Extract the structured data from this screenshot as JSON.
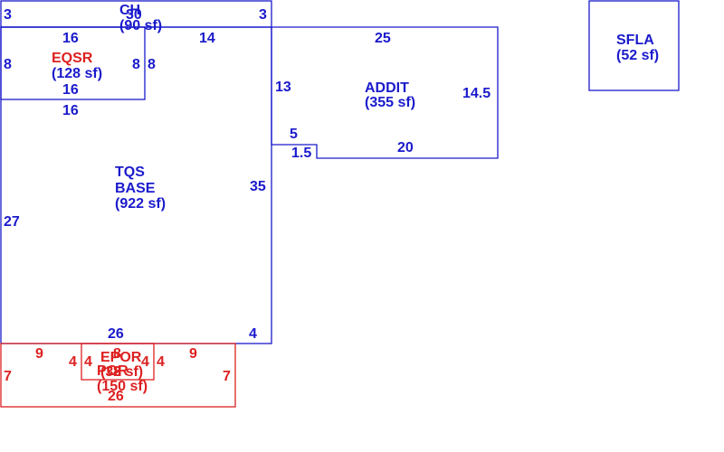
{
  "colors": {
    "blue": "#1a1acc",
    "red": "#dd2020",
    "background": "#ffffff"
  },
  "areas": {
    "ch": {
      "name": "CH",
      "area": "(90 sf)"
    },
    "eqsr": {
      "name": "EQSR",
      "area": "(128 sf)"
    },
    "addit": {
      "name": "ADDIT",
      "area": "(355 sf)"
    },
    "tqs_base": {
      "name_line1": "TQS",
      "name_line2": "BASE",
      "area": "(922 sf)"
    },
    "sfla": {
      "name": "SFLA",
      "area": "(52 sf)"
    },
    "epor": {
      "name": "EPOR",
      "area": "(32 sf)"
    },
    "por": {
      "name": "POR",
      "area": "(150 sf)"
    }
  },
  "dimensions": {
    "ch_left": "3",
    "ch_top": "30",
    "ch_right": "3",
    "eqsr_top": "16",
    "eqsr_left": "8",
    "eqsr_right": "8",
    "eqsr_bottom": "16",
    "base_top_right": "14",
    "base_inner_top": "16",
    "base_left": "27",
    "base_right": "35",
    "base_bottom": "26",
    "base_bottom_right": "4",
    "addit_top": "25",
    "addit_left": "13",
    "addit_right": "14.5",
    "addit_notch_top": "5",
    "addit_notch_side": "1.5",
    "addit_bottom": "20",
    "por_left": "7",
    "por_right": "7",
    "por_top_left": "9",
    "por_top_right": "9",
    "por_bottom": "26",
    "epor_left": "4",
    "epor_right": "4",
    "epor_top": "8",
    "epor_bottom": "8",
    "epor_inner_left": "4",
    "epor_inner_right": "4"
  }
}
